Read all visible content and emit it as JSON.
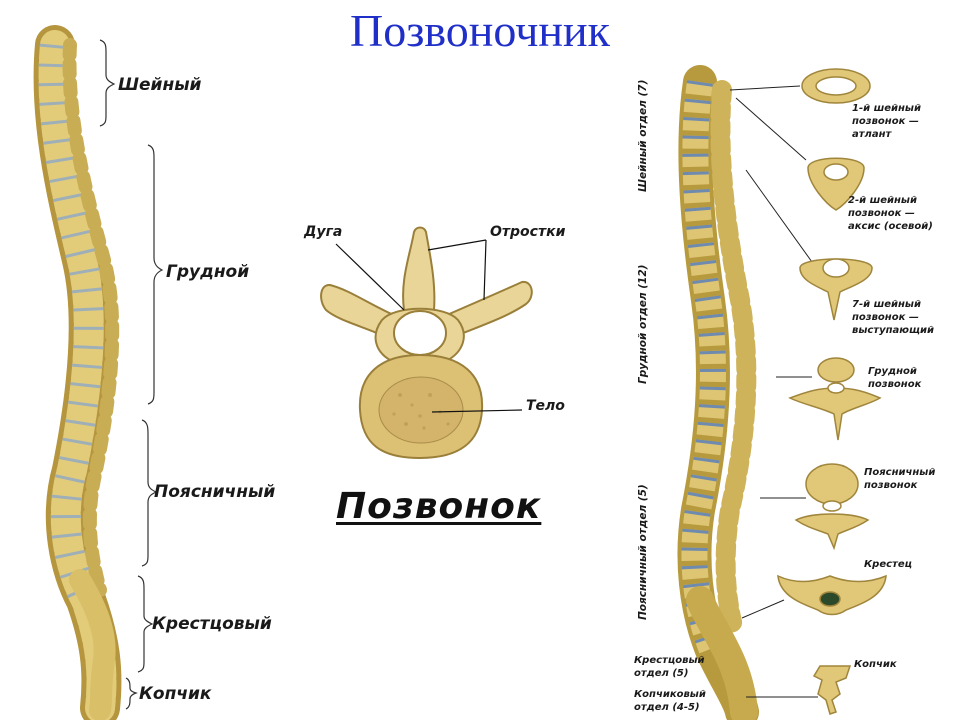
{
  "title": "Позвоночник",
  "left_diagram": {
    "sections": [
      {
        "label": "Шейный"
      },
      {
        "label": "Грудной"
      },
      {
        "label": "Поясничный"
      },
      {
        "label": "Крестцовый"
      },
      {
        "label": "Копчик"
      }
    ]
  },
  "center_diagram": {
    "heading": "Позвонок",
    "labels": {
      "arch": "Дуга",
      "processes": "Отростки",
      "body": "Тело"
    }
  },
  "right_diagram": {
    "section_labels": {
      "cervical": "Шейный отдел (7)",
      "thoracic": "Грудной отдел (12)",
      "lumbar": "Поясничный отдел (5)",
      "sacral": "Крестцовый отдел (5)",
      "coccygeal": "Копчиковый отдел (4-5)"
    },
    "vertebra_labels": [
      "1-й шейный позвонок — атлант",
      "2-й шейный позвонок — аксис (осевой)",
      "7-й шейный позвонок — выступающий",
      "Грудной позвонок",
      "Поясничный позвонок",
      "Крестец",
      "Копчик"
    ]
  },
  "colors": {
    "title": "#1f2fc8",
    "bone": "#e2cc7a",
    "bone_dark": "#b5963f",
    "disc": "#8fa8c8",
    "disc_right": "#5a7fb8"
  }
}
